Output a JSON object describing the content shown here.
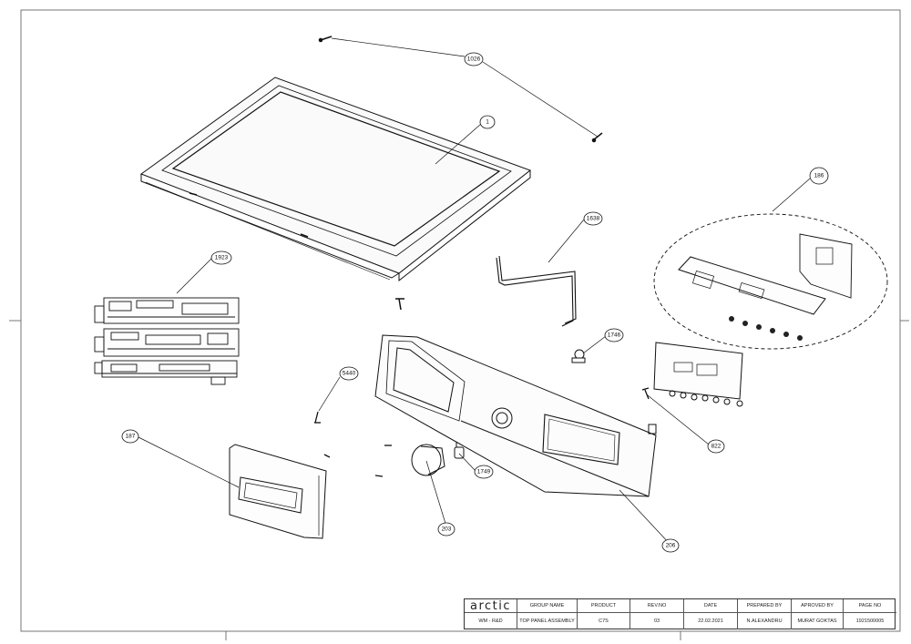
{
  "drawing": {
    "callouts": [
      {
        "id": "c-1026",
        "label": "1026"
      },
      {
        "id": "c-1",
        "label": "1"
      },
      {
        "id": "c-186",
        "label": "186"
      },
      {
        "id": "c-1923",
        "label": "1923"
      },
      {
        "id": "c-1638",
        "label": "1638"
      },
      {
        "id": "c-1746",
        "label": "1746"
      },
      {
        "id": "c-5440",
        "label": "5440"
      },
      {
        "id": "c-187",
        "label": "187"
      },
      {
        "id": "c-1749",
        "label": "1749"
      },
      {
        "id": "c-203",
        "label": "203"
      },
      {
        "id": "c-206",
        "label": "206"
      },
      {
        "id": "c-822",
        "label": "822"
      }
    ]
  },
  "title_block": {
    "brand": "arctic",
    "headers": {
      "group_name": "GROUP NAME",
      "product": "PRODUCT",
      "rev_no": "REV.NO",
      "date": "DATE",
      "prepared_by": "PREPARED BY",
      "approved_by": "APROVED BY",
      "page_no": "PAGE NO"
    },
    "values": {
      "department": "WM - R&D",
      "group_name": "TOP PANEL ASSEMBLY",
      "product": "C7S",
      "rev_no": "03",
      "date": "22.02.2021",
      "prepared_by": "N.ALEXANDRU",
      "approved_by": "MURAT GOKTAS",
      "page_no": "1921500005"
    }
  }
}
